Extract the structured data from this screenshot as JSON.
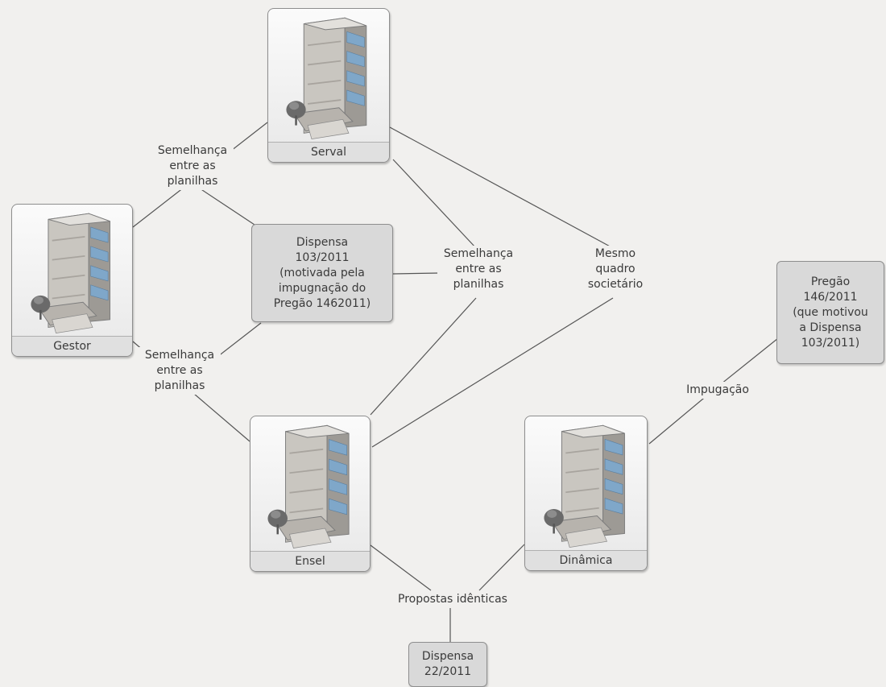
{
  "nodes": {
    "serval": "Serval",
    "gestor": "Gestor",
    "ensel": "Ensel",
    "dinamica": "Dinâmica"
  },
  "boxes": {
    "dispensa_103": "Dispensa\n103/2011\n(motivada pela\nimpugnação do\nPregão 1462011)",
    "pregao_146": "Pregão\n146/2011\n(que motivou\na Dispensa\n103/2011)",
    "dispensa_22": "Dispensa\n22/2011"
  },
  "edge_labels": {
    "gestor_serval": "Semelhança\nentre as\nplanilhas",
    "gestor_ensel": "Semelhança\nentre as\nplanilhas",
    "middle": "Semelhança\nentre as\nplanilhas",
    "mesmo_quadro": "Mesmo\nquadro\nsocietário",
    "impugacao": "Impugação",
    "propostas": "Propostas idênticas"
  },
  "icon_names": [
    "building-icon"
  ]
}
